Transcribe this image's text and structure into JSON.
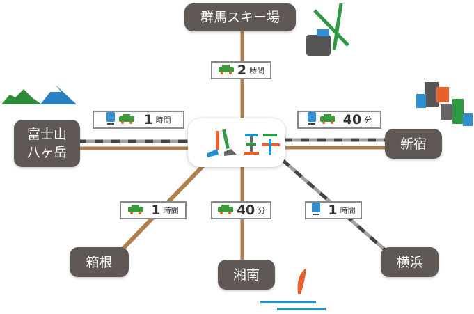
{
  "center": {
    "logo_text": "八王子"
  },
  "destinations": [
    {
      "name": "群馬スキー場"
    },
    {
      "name_line1": "富士山",
      "name_line2": "八ヶ岳"
    },
    {
      "name": "新宿"
    },
    {
      "name": "箱根"
    },
    {
      "name": "湘南"
    },
    {
      "name": "横浜"
    }
  ],
  "routes": [
    {
      "to": "群馬スキー場",
      "modes": [
        "car-icon"
      ],
      "time": "2",
      "unit": "時間"
    },
    {
      "to": "富士山八ヶ岳",
      "modes": [
        "train-icon",
        "car-icon"
      ],
      "time": "1",
      "unit": "時間"
    },
    {
      "to": "新宿",
      "modes": [
        "train-icon",
        "car-icon"
      ],
      "time": "40",
      "unit": "分"
    },
    {
      "to": "箱根",
      "modes": [
        "car-icon"
      ],
      "time": "1",
      "unit": "時間"
    },
    {
      "to": "湘南",
      "modes": [
        "car-icon"
      ],
      "time": "40",
      "unit": "分"
    },
    {
      "to": "横浜",
      "modes": [
        "train-icon"
      ],
      "time": "1",
      "unit": "時間"
    }
  ],
  "colors": {
    "road": "#b07f4f",
    "rail_dark": "#444444",
    "rail_light": "#a0a0a0",
    "box": "#5f5855",
    "car": "#3a9a3a",
    "train": "#2f8fd0",
    "logo_orange": "#e8612c",
    "logo_green": "#2f9a45",
    "logo_blue": "#1e94cf",
    "logo_gray": "#666666"
  }
}
